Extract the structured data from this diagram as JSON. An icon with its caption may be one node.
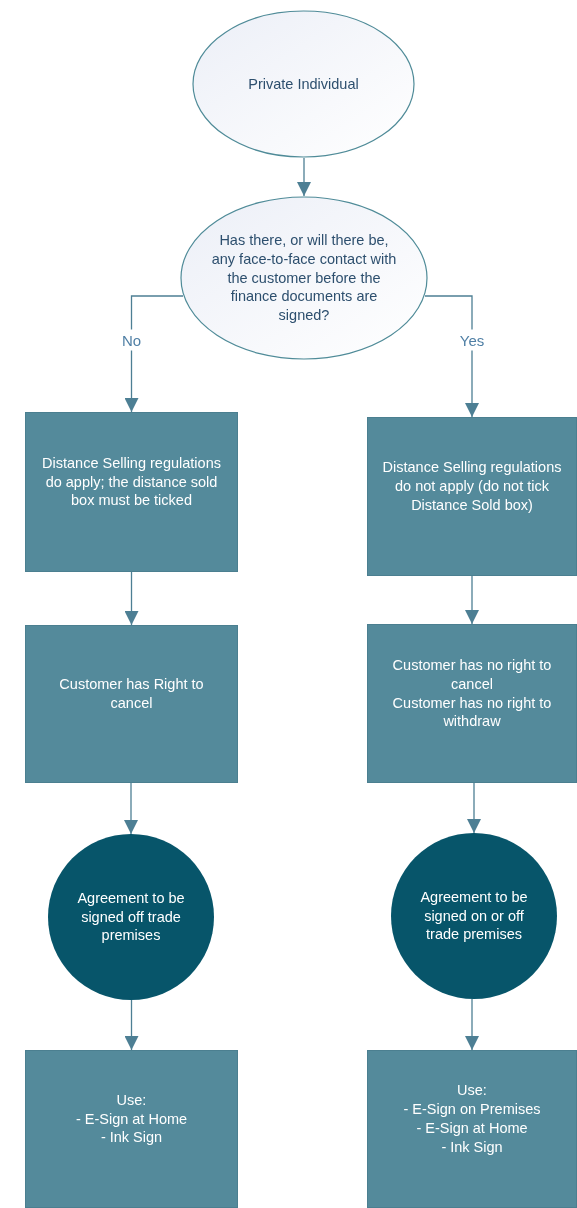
{
  "diagram": {
    "nodes": [
      {
        "text": [
          "Private Individual"
        ]
      },
      {
        "text": [
          "Has there, or will there be, any face-to-face contact with the customer before the finance documents are signed?"
        ]
      },
      {
        "text": [
          "Distance Selling regulations do apply; the distance sold box must be ticked"
        ]
      },
      {
        "text": [
          "Distance Selling regulations do not apply (do not tick Distance Sold box)"
        ]
      },
      {
        "text": [
          "Customer has Right to cancel"
        ]
      },
      {
        "text": [
          "Customer has no right to cancel",
          "Customer has no right to withdraw"
        ]
      },
      {
        "text": [
          "Agreement to be signed off trade premises"
        ]
      },
      {
        "text": [
          "Agreement to be signed on or off trade premises"
        ]
      },
      {
        "text": [
          "Use:",
          "- E-Sign at Home",
          "- Ink Sign"
        ]
      },
      {
        "text": [
          "Use:",
          "- E-Sign on Premises",
          "- E-Sign at Home",
          "- Ink Sign"
        ]
      }
    ],
    "edges": [
      {
        "from": 0,
        "to": 1,
        "arrow": "to"
      },
      {
        "from": 1,
        "to": 2,
        "arrow": "to",
        "label": "No"
      },
      {
        "from": 1,
        "to": 3,
        "arrow": "to",
        "label": "Yes"
      },
      {
        "from": 2,
        "to": 4,
        "arrow": "to"
      },
      {
        "from": 3,
        "to": 5,
        "arrow": "to"
      },
      {
        "from": 4,
        "to": 6,
        "arrow": "to"
      },
      {
        "from": 5,
        "to": 7,
        "arrow": "to"
      },
      {
        "from": 6,
        "to": 8,
        "arrow": "to"
      },
      {
        "from": 7,
        "to": 9,
        "arrow": "to"
      }
    ]
  }
}
